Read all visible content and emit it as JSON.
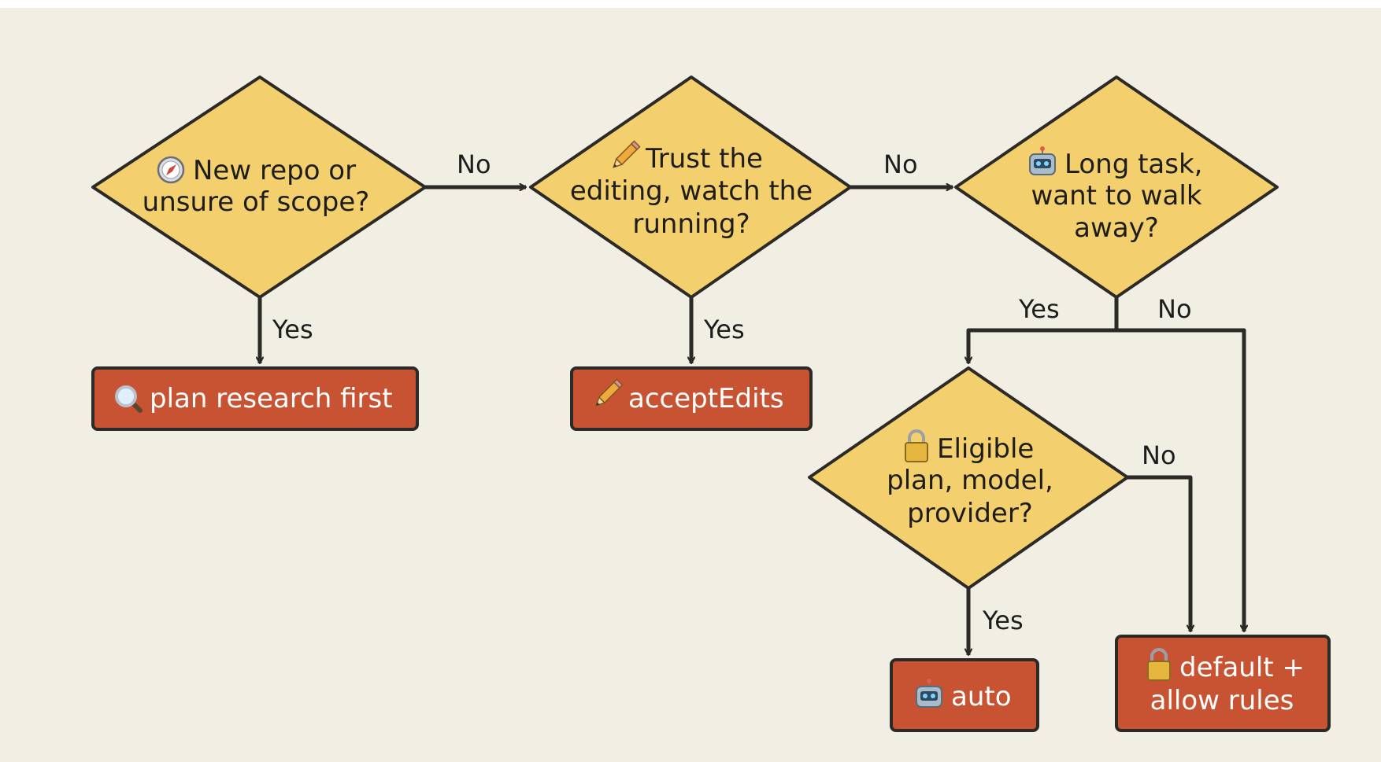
{
  "colors": {
    "background": "#f1eee4",
    "decision_fill": "#f4cf6e",
    "outcome_fill": "#c85332",
    "stroke": "#2b2a26",
    "text_dark": "#1d1d1b",
    "text_light": "#ffffff"
  },
  "decisions": {
    "d1": {
      "icon": "compass-icon",
      "line1": "New repo or",
      "line2": "unsure of scope?"
    },
    "d2": {
      "icon": "pencil-icon",
      "line1": "Trust the",
      "line2": "editing, watch the",
      "line3": "running?"
    },
    "d3": {
      "icon": "robot-icon",
      "line1": "Long task,",
      "line2": "want to walk",
      "line3": "away?"
    },
    "d4": {
      "icon": "lock-icon",
      "line1": "Eligible",
      "line2": "plan, model,",
      "line3": "provider?"
    }
  },
  "outcomes": {
    "o1": {
      "icon": "magnifier-icon",
      "label": "plan research first"
    },
    "o2": {
      "icon": "pencil-icon",
      "label": "acceptEdits"
    },
    "o3": {
      "icon": "robot-icon",
      "label": "auto"
    },
    "o4": {
      "icon": "lock-icon",
      "line1": "default +",
      "line2": "allow rules"
    }
  },
  "edge_labels": {
    "d1_no": "No",
    "d1_yes": "Yes",
    "d2_no": "No",
    "d2_yes": "Yes",
    "d3_yes": "Yes",
    "d3_no": "No",
    "d4_no": "No",
    "d4_yes": "Yes"
  }
}
